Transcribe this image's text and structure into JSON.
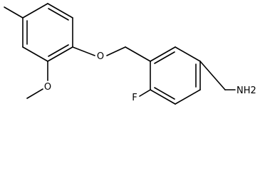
{
  "molecule": {
    "atom_labels": {
      "o_ether": "O",
      "o_methoxy": "O",
      "fluorine": "F",
      "amine": "NH2"
    }
  },
  "colors": {
    "bond": "#000000",
    "background": "#ffffff"
  }
}
